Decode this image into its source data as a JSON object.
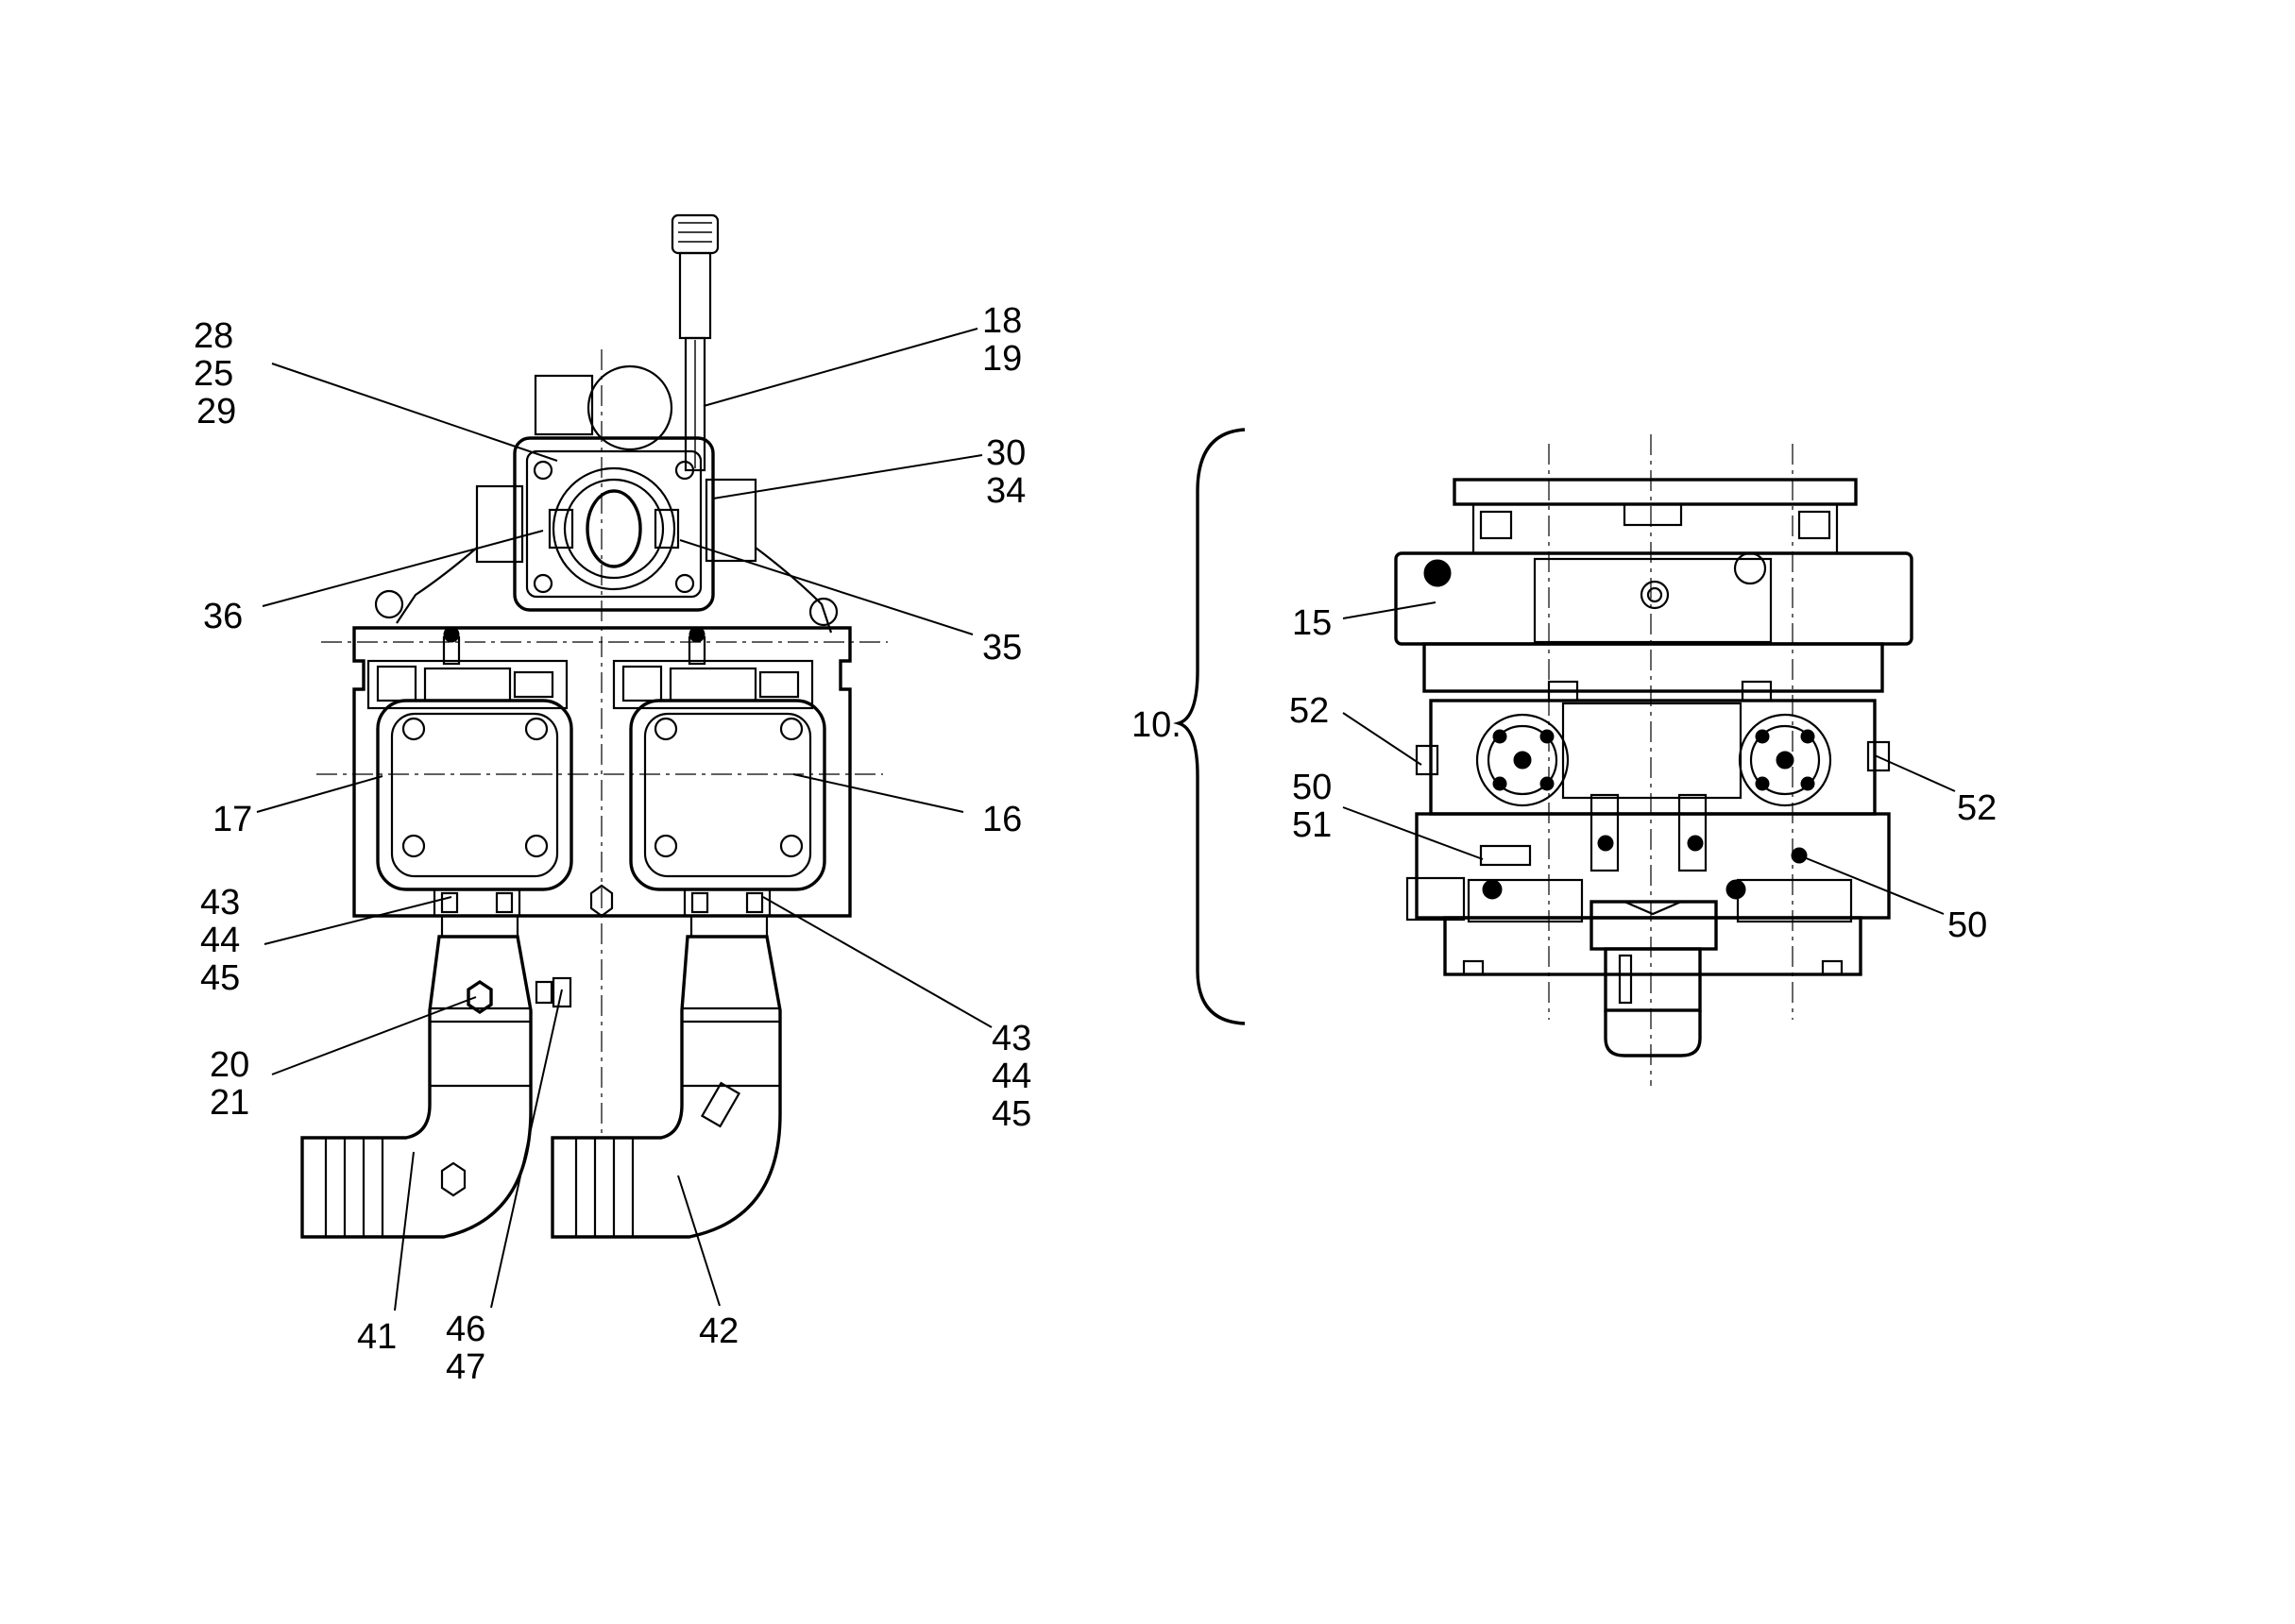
{
  "callouts": {
    "c28": "28",
    "c25": "25",
    "c29": "29",
    "c18": "18",
    "c19": "19",
    "c30": "30",
    "c34": "34",
    "c36": "36",
    "c35": "35",
    "c17": "17",
    "c16": "16",
    "c43a": "43",
    "c44a": "44",
    "c45a": "45",
    "c43b": "43",
    "c44b": "44",
    "c45b": "45",
    "c20": "20",
    "c21": "21",
    "c41": "41",
    "c46": "46",
    "c47": "47",
    "c42": "42",
    "c10": "10.",
    "c15": "15",
    "c52a": "52",
    "c52b": "52",
    "c50a": "50",
    "c51": "51",
    "c50b": "50"
  }
}
